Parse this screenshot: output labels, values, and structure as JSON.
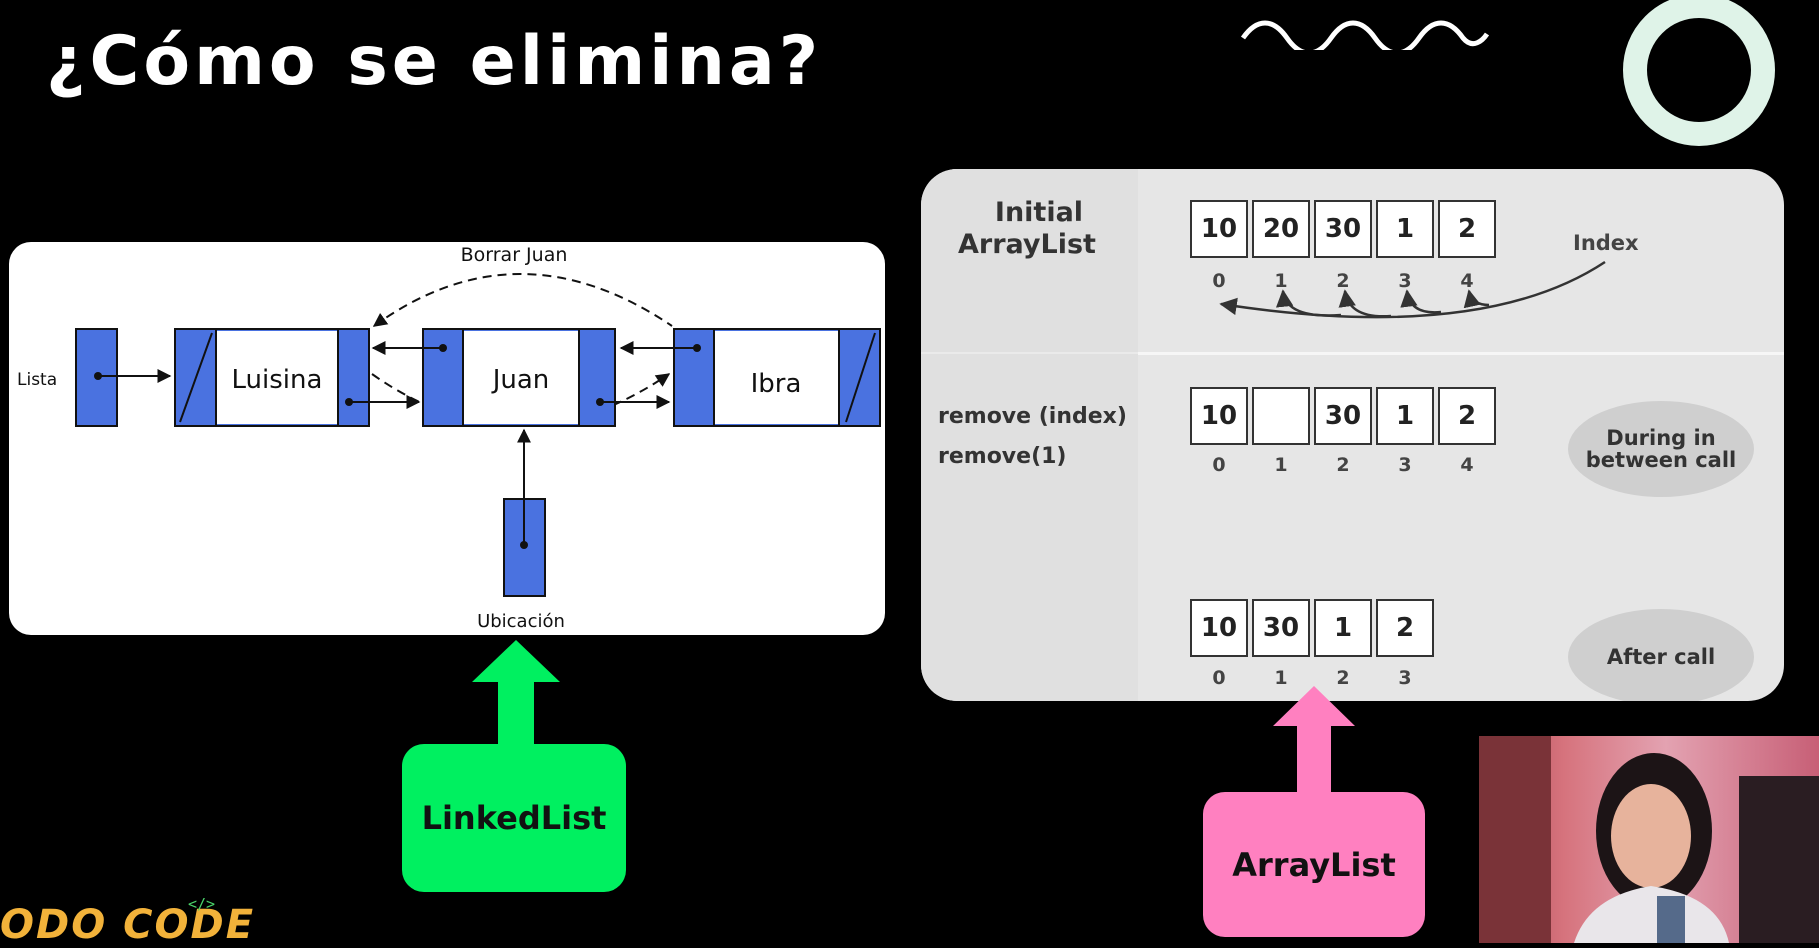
{
  "slide": {
    "title": "¿Cómo se elimina?"
  },
  "linked_list": {
    "delete_label": "Borrar Juan",
    "head_label": "Lista",
    "position_label": "Ubicación",
    "nodes": [
      "Luisina",
      "Juan",
      "Ibra"
    ],
    "button_label": "LinkedList",
    "colors": {
      "node_fill": "#4a72e0",
      "button": "#00f060"
    }
  },
  "array_list": {
    "initial_label_line1": "Initial",
    "initial_label_line2": "ArrayList",
    "index_label": "Index",
    "remove_label_1": "remove (index)",
    "remove_label_2": "remove(1)",
    "rows": [
      {
        "cells": [
          "10",
          "20",
          "30",
          "1",
          "2"
        ],
        "indices": [
          "0",
          "1",
          "2",
          "3",
          "4"
        ]
      },
      {
        "cells": [
          "10",
          "",
          "30",
          "1",
          "2"
        ],
        "indices": [
          "0",
          "1",
          "2",
          "3",
          "4"
        ]
      },
      {
        "cells": [
          "10",
          "30",
          "1",
          "2"
        ],
        "indices": [
          "0",
          "1",
          "2",
          "3"
        ]
      }
    ],
    "during_label_line1": "During in",
    "during_label_line2": "between call",
    "after_label": "After call",
    "button_label": "ArrayList",
    "colors": {
      "button": "#ff80c0"
    }
  },
  "branding": {
    "logo_text": "ODO CODE",
    "logo_code": "</>",
    "colors": {
      "logo": "#f2b23a",
      "code": "#4ad36a"
    }
  }
}
